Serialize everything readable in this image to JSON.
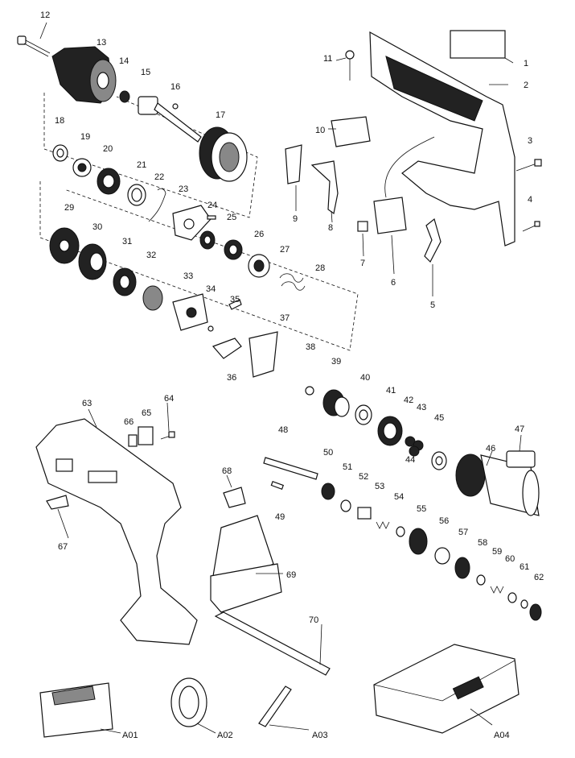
{
  "labels": {
    "p1": "1",
    "p2": "2",
    "p3": "3",
    "p4": "4",
    "p5": "5",
    "p6": "6",
    "p7": "7",
    "p8": "8",
    "p9": "9",
    "p10": "10",
    "p11": "11",
    "p12": "12",
    "p13": "13",
    "p14": "14",
    "p15": "15",
    "p16": "16",
    "p17": "17",
    "p18": "18",
    "p19": "19",
    "p20": "20",
    "p21": "21",
    "p22": "22",
    "p23": "23",
    "p24": "24",
    "p25": "25",
    "p26": "26",
    "p27": "27",
    "p28": "28",
    "p29": "29",
    "p30": "30",
    "p31": "31",
    "p32": "32",
    "p33": "33",
    "p34": "34",
    "p35": "35",
    "p36": "36",
    "p37": "37",
    "p38": "38",
    "p39": "39",
    "p40": "40",
    "p41": "41",
    "p42": "42",
    "p43": "43",
    "p44": "44",
    "p45": "45",
    "p46": "46",
    "p47": "47",
    "p48": "48",
    "p49": "49",
    "p50": "50",
    "p51": "51",
    "p52": "52",
    "p53": "53",
    "p54": "54",
    "p55": "55",
    "p56": "56",
    "p57": "57",
    "p58": "58",
    "p59": "59",
    "p60": "60",
    "p61": "61",
    "p62": "62",
    "p63": "63",
    "p64": "64",
    "p65": "65",
    "p66": "66",
    "p67": "67",
    "p68": "68",
    "p69": "69",
    "p70": "70",
    "a01": "A01",
    "a02": "A02",
    "a03": "A03",
    "a04": "A04"
  }
}
